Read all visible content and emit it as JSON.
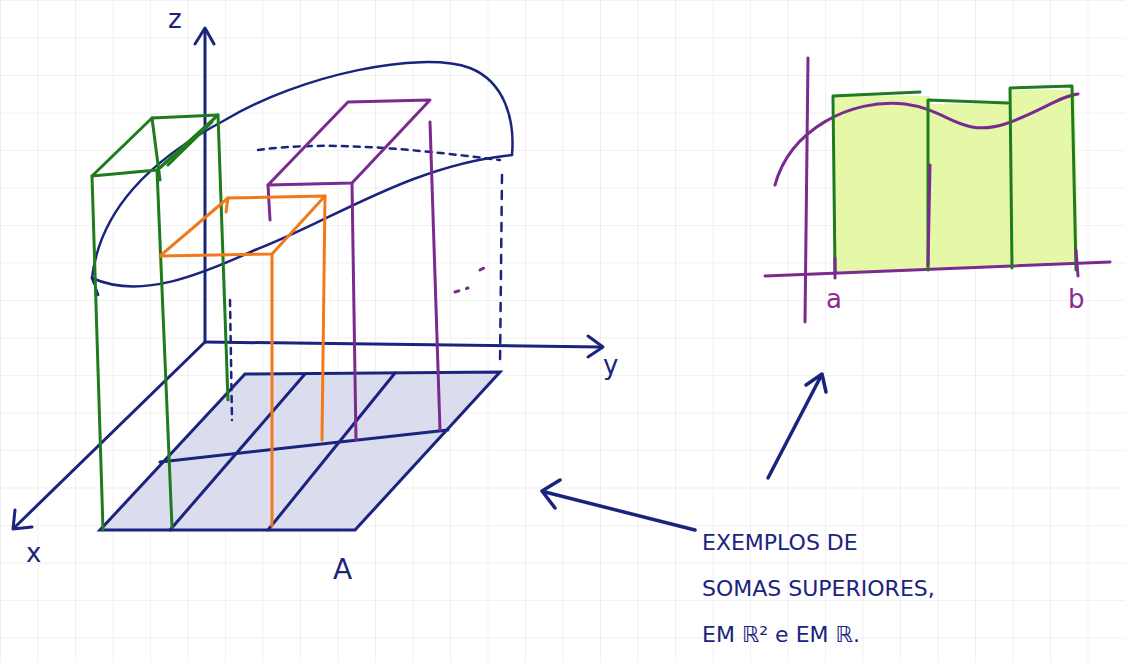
{
  "diagram": {
    "labels": [
      "z",
      "y",
      "x",
      "A",
      "a",
      "b",
      "EXEMPLOS DE SOMAS SUPERIORES, EM ℝ² e EM ℝ."
    ]
  }
}
